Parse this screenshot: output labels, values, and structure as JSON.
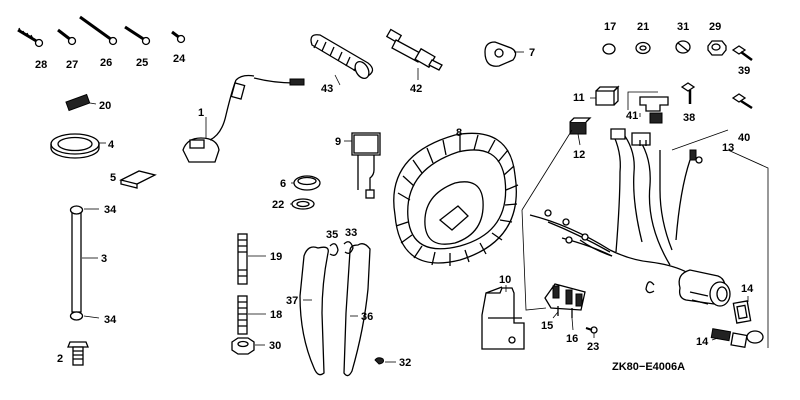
{
  "diagram_code": "ZK80−E4006A",
  "callouts": {
    "c1": "1",
    "c2": "2",
    "c3": "3",
    "c4": "4",
    "c5": "5",
    "c6": "6",
    "c7": "7",
    "c8": "8",
    "c9": "9",
    "c10": "10",
    "c11": "11",
    "c12": "12",
    "c13": "13",
    "c14a": "14",
    "c14b": "14",
    "c15": "15",
    "c16": "16",
    "c17": "17",
    "c18": "18",
    "c19": "19",
    "c20": "20",
    "c21": "21",
    "c22": "22",
    "c23": "23",
    "c24": "24",
    "c25": "25",
    "c26": "26",
    "c27": "27",
    "c28": "28",
    "c29": "29",
    "c30": "30",
    "c31": "31",
    "c32": "32",
    "c33": "33",
    "c34a": "34",
    "c34b": "34",
    "c35": "35",
    "c36": "36",
    "c37": "37",
    "c38": "38",
    "c39": "39",
    "c40": "40",
    "c41": "41",
    "c42": "42",
    "c43": "43"
  }
}
